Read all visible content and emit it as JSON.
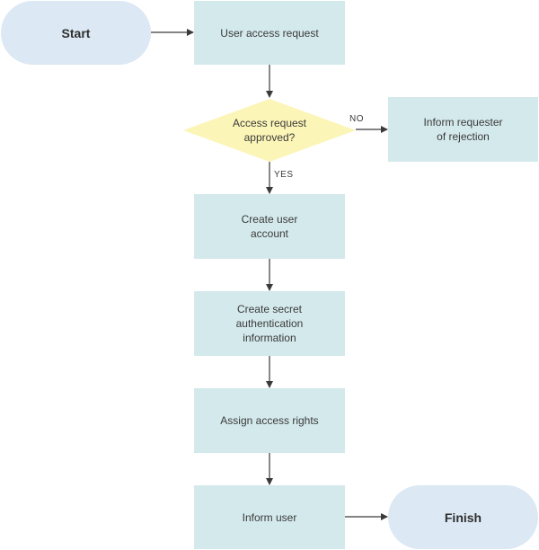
{
  "nodes": {
    "start": "Start",
    "user_access_request": "User access request",
    "access_request_approved": "Access request\napproved?",
    "inform_requester_of_rejection": "Inform requester\nof rejection",
    "create_user_account": "Create user\naccount",
    "create_secret_auth_info": "Create secret\nauthentication\ninformation",
    "assign_access_rights": "Assign access rights",
    "inform_user": "Inform user",
    "finish": "Finish"
  },
  "edge_labels": {
    "no": "NO",
    "yes": "YES"
  },
  "colors": {
    "process_fill": "#d4e9ec",
    "terminal_fill": "#dce8f4",
    "decision_fill": "#fcf5b8",
    "edge": "#3a3a3a"
  }
}
